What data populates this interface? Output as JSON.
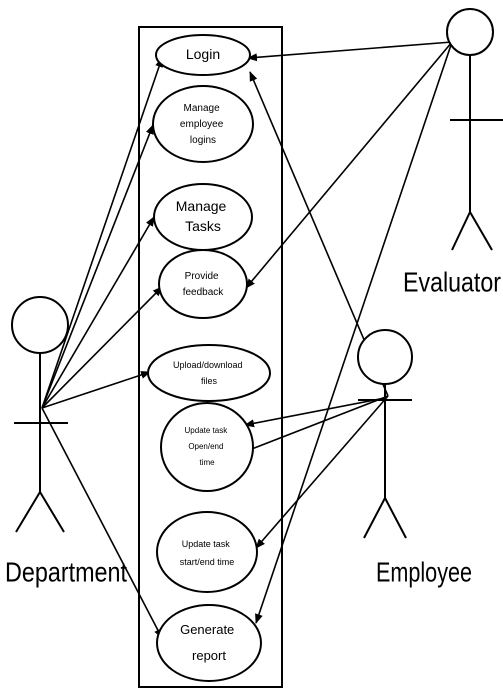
{
  "actors": {
    "department": {
      "label": "Department"
    },
    "evaluator": {
      "label": "Evaluator"
    },
    "employee": {
      "label": "Employee"
    }
  },
  "use_cases": [
    {
      "id": "login",
      "lines": [
        "Login"
      ]
    },
    {
      "id": "manage-employee-logins",
      "lines": [
        "Manage",
        "employee",
        "logins"
      ]
    },
    {
      "id": "manage-tasks",
      "lines": [
        "Manage",
        "Tasks"
      ]
    },
    {
      "id": "provide-feedback",
      "lines": [
        "Provide",
        "feedback"
      ]
    },
    {
      "id": "upload-download-files",
      "lines": [
        "Upload/download",
        "files"
      ]
    },
    {
      "id": "update-task-open-end-time",
      "lines": [
        "Update task",
        "Open/end",
        "time"
      ]
    },
    {
      "id": "update-task-start-end-time",
      "lines": [
        "Update task",
        "start/end time"
      ]
    },
    {
      "id": "generate-report",
      "lines": [
        "Generate",
        "report"
      ]
    }
  ],
  "associations": [
    {
      "from": "department",
      "to": "login"
    },
    {
      "from": "department",
      "to": "manage-employee-logins"
    },
    {
      "from": "department",
      "to": "manage-tasks"
    },
    {
      "from": "department",
      "to": "provide-feedback"
    },
    {
      "from": "department",
      "to": "upload-download-files"
    },
    {
      "from": "department",
      "to": "generate-report"
    },
    {
      "from": "evaluator",
      "to": "login"
    },
    {
      "from": "evaluator",
      "to": "provide-feedback"
    },
    {
      "from": "evaluator",
      "to": "generate-report"
    },
    {
      "from": "employee",
      "to": "login"
    },
    {
      "from": "employee",
      "to": "update-task-open-end-time"
    },
    {
      "from": "employee",
      "to": "update-task-start-end-time"
    }
  ]
}
